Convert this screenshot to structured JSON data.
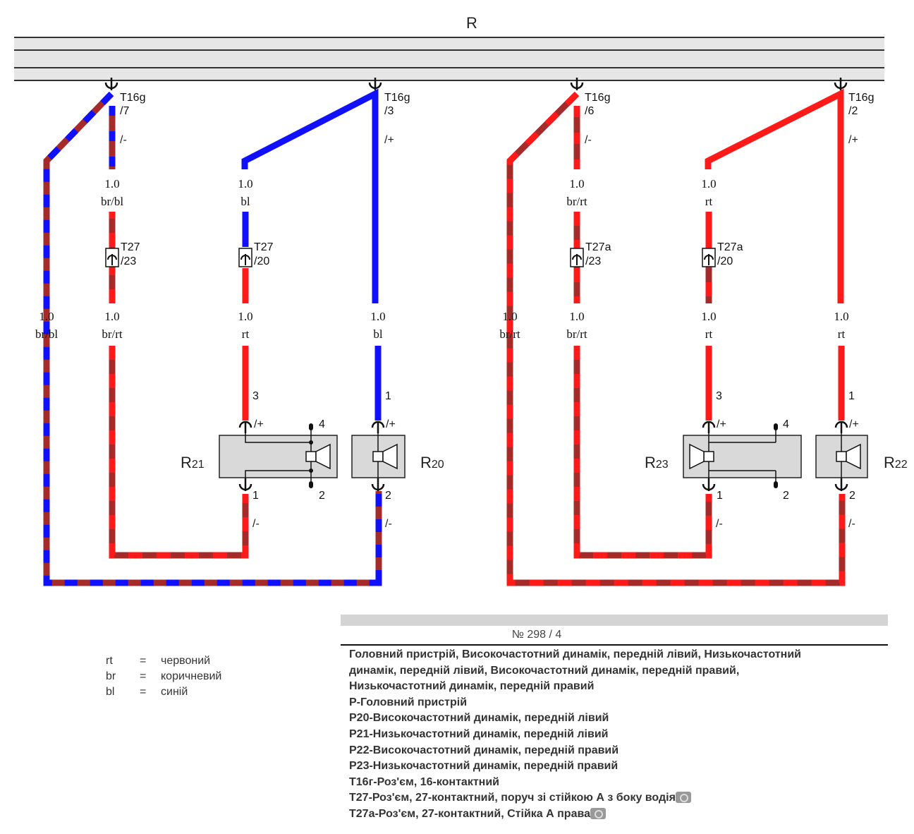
{
  "bus_label": "R",
  "connectors": {
    "t16g_7": [
      "T16g",
      "/7"
    ],
    "t16g_3": [
      "T16g",
      "/3"
    ],
    "t16g_6": [
      "T16g",
      "/6"
    ],
    "t16g_2": [
      "T16g",
      "/2"
    ],
    "t27_23": [
      "T27",
      "/23"
    ],
    "t27_20": [
      "T27",
      "/20"
    ],
    "t27a_23": [
      "T27a",
      "/23"
    ],
    "t27a_20": [
      "T27a",
      "/20"
    ]
  },
  "wires": {
    "w1_size": "1.0",
    "w1_color": "br/bl",
    "w2_size": "1.0",
    "w2_color": "bl",
    "w3_size": "1.0",
    "w3_color": "br/rt",
    "w4_size": "1.0",
    "w4_color": "rt",
    "l1_size": "1.0",
    "l1_color": "br/bl",
    "l2_size": "1.0",
    "l2_color": "br/rt",
    "l3_size": "1.0",
    "l3_color": "rt",
    "l4_size": "1.0",
    "l4_color": "bl",
    "l5_size": "1.0",
    "l5_color": "br/rt",
    "l6_size": "1.0",
    "l6_color": "br/rt",
    "l7_size": "1.0",
    "l7_color": "rt",
    "l8_size": "1.0",
    "l8_color": "rt"
  },
  "signals": {
    "neg": "/-",
    "pos": "/+"
  },
  "pins": {
    "p1": "1",
    "p2": "2",
    "p3": "3",
    "p4": "4"
  },
  "components": {
    "r21": "R",
    "r21_sub": "21",
    "r20": "R",
    "r20_sub": "20",
    "r23": "R",
    "r23_sub": "23",
    "r22": "R",
    "r22_sub": "22"
  },
  "colors": {
    "red": "#ff1a1a",
    "brown": "#a52a2a",
    "blue": "#1010ff"
  },
  "legend": [
    {
      "code": "rt",
      "eq": "=",
      "name": "червоний"
    },
    {
      "code": "br",
      "eq": "=",
      "name": "коричневий"
    },
    {
      "code": "bl",
      "eq": "=",
      "name": "синій"
    }
  ],
  "panel": {
    "number": "№ 298 / 4",
    "lines": [
      "Головний пристрій, Високочастотний динамік, передній лівий, Низькочастотний",
      "динамік, передній лівий, Високочастотний динамік, передній правий,",
      "Низькочастотний динамік, передній правий",
      "Р-Головний пристрій",
      "Р20-Високочастотний динамік, передній лівий",
      "Р21-Низькочастотний динамік, передній лівий",
      "Р22-Високочастотний динамік, передній правий",
      "Р23-Низькочастотний динамік, передній правий",
      "Т16г-Роз'єм, 16-контактний",
      "Т27-Роз'єм, 27-контактний, поруч зі стійкою А з боку водія",
      "Т27а-Роз'єм, 27-контактний, Стійка А права"
    ]
  }
}
